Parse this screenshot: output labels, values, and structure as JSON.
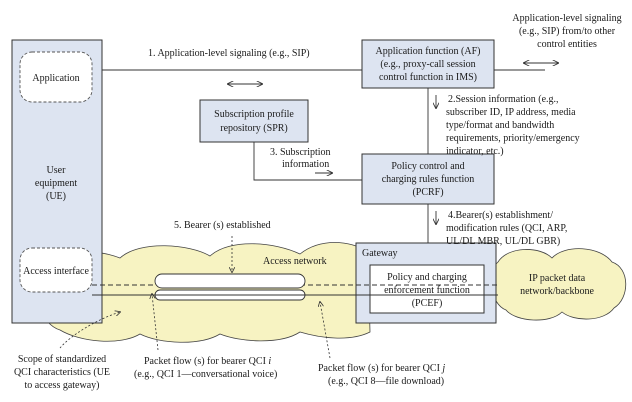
{
  "ue": {
    "application": "Application",
    "user": [
      "User",
      "equipment",
      "(UE)"
    ],
    "access_interface": "Access interface"
  },
  "af": {
    "lines": [
      "Application function (AF)",
      "(e.g., proxy-call session",
      "control function in IMS)"
    ]
  },
  "spr": {
    "lines": [
      "Subscription profile",
      "repository (SPR)"
    ]
  },
  "pcrf": {
    "lines": [
      "Policy control and",
      "charging rules function",
      "(PCRF)"
    ]
  },
  "gateway": {
    "label": "Gateway",
    "pcef_lines": [
      "Policy and charging",
      "enforcement function",
      "(PCEF)"
    ]
  },
  "ip_network": {
    "lines": [
      "IP packet data",
      "network/backbone"
    ]
  },
  "access_network": "Access network",
  "labels": {
    "signaling_1": "1. Application-level signaling (e.g., SIP)",
    "signaling_other": [
      "Application-level signaling",
      "(e.g., SIP) from/to other",
      "control entities"
    ],
    "session_info": [
      "2.Session information (e.g.,",
      "subscriber ID, IP address, media",
      "type/format and bandwidth",
      "requirements, priority/emergency",
      "indicator, etc.)"
    ],
    "subscription_info": [
      "3. Subscription",
      "information"
    ],
    "bearer_rules": [
      "4.Bearer(s) establishment/",
      "modification rules (QCI, ARP,",
      "UL/DL MBR, UL/DL GBR)"
    ],
    "bearer_established": "5. Bearer (s) established",
    "scope": [
      "Scope of standardized",
      "QCI characteristics (UE",
      "to access gateway)"
    ],
    "packet_flow_i": {
      "line1_prefix": "Packet flow (s) for bearer QCI ",
      "line1_var": "i",
      "line2": "(e.g., QCI 1—conversational voice)"
    },
    "packet_flow_j": {
      "line1_prefix": "Packet flow (s) for bearer QCI ",
      "line1_var": "j",
      "line2": "(e.g., QCI 8—file download)"
    }
  },
  "colors": {
    "box_fill": "#dde4f1",
    "cloud_fill": "#f7f3c2",
    "stroke": "#333333"
  }
}
